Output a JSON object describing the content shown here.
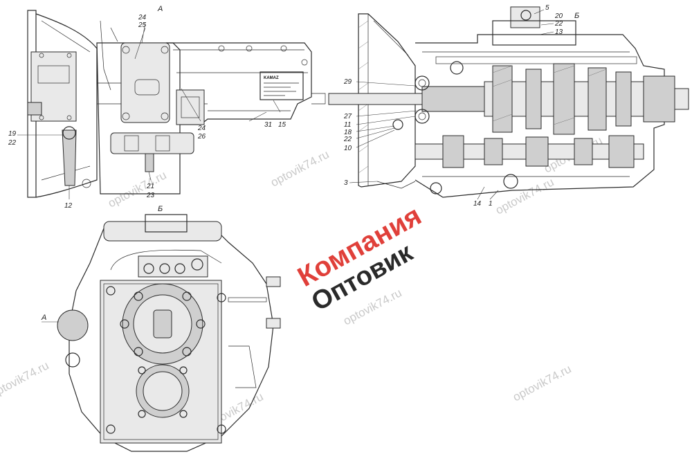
{
  "view_labels": {
    "view_a": "А",
    "view_b": "Б",
    "view_b_ref": "Б",
    "view_a_ref": "А"
  },
  "nameplate": {
    "brand": "KAMAZ"
  },
  "callouts_left": {
    "c24_top": "24",
    "c25": "25",
    "c31": "31",
    "c15": "15",
    "c24_bottom": "24",
    "c26": "26",
    "c19": "19",
    "c22": "22",
    "c21": "21",
    "c23": "23",
    "c12": "12"
  },
  "callouts_right": {
    "c5": "5",
    "c20": "20",
    "c22": "22",
    "c13": "13",
    "c29": "29",
    "c27": "27",
    "c11": "11",
    "c18": "18",
    "c22b": "22",
    "c10": "10",
    "c3": "3",
    "c14": "14",
    "c1": "1"
  },
  "watermark": {
    "text": "optovik74.ru"
  },
  "logo": {
    "line1": "Компания",
    "line2": "Оптовик"
  },
  "colors": {
    "logo_accent": "#e0403a",
    "logo_dark": "#2a2a2a",
    "ink": "#2a2a2a",
    "watermark": "#c9c9c9"
  }
}
